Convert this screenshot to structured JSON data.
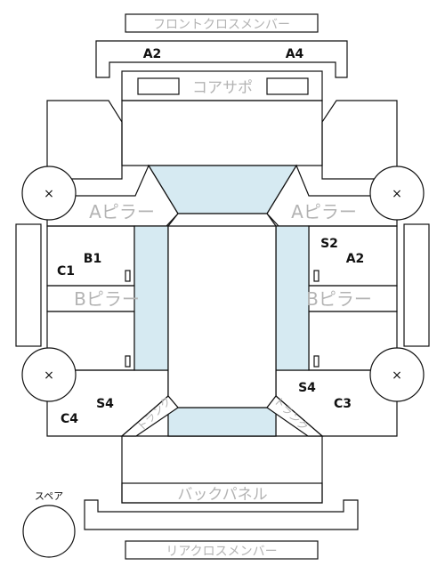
{
  "labels": {
    "front_cross_member": "フロントクロスメンバー",
    "core_support": "コアサポ",
    "a_pillar": "Aピラー",
    "b_pillar": "Bピラー",
    "back_panel": "バックパネル",
    "rear_cross_member": "リアクロスメンバー",
    "spare": "スペア",
    "trunk": "トランク",
    "a2_front": "A2",
    "a4_front": "A4",
    "b1": "B1",
    "c1": "C1",
    "s2": "S2",
    "a2_right": "A2",
    "s4_left": "S4",
    "c4": "C4",
    "s4_right": "S4",
    "c3": "C3",
    "wheel_mark": "×"
  },
  "colors": {
    "line": "#111111",
    "ghost_text": "#b3b3b3",
    "floor_fill": "#d6eaf2",
    "background": "#ffffff"
  }
}
